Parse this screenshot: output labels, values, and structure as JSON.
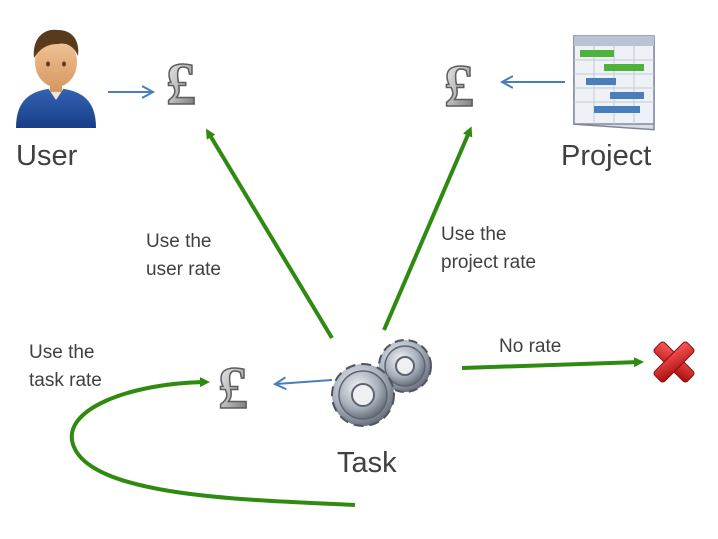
{
  "nodes": {
    "user": {
      "label": "User",
      "icon": "user-avatar-icon"
    },
    "project": {
      "label": "Project",
      "icon": "gantt-chart-icon"
    },
    "task": {
      "label": "Task",
      "icon": "gears-icon"
    },
    "user_rate": {
      "icon": "pound-sign-icon"
    },
    "project_rate": {
      "icon": "pound-sign-icon"
    },
    "task_rate": {
      "icon": "pound-sign-icon"
    },
    "no_rate": {
      "icon": "red-cross-icon"
    }
  },
  "edges": {
    "user_rate": {
      "line1": "Use the",
      "line2": "user rate"
    },
    "project_rate": {
      "line1": "Use the",
      "line2": "project rate"
    },
    "task_rate": {
      "line1": "Use the",
      "line2": "task rate"
    },
    "no_rate": {
      "label": "No rate"
    }
  },
  "colors": {
    "green_arrow": "#2e8b10",
    "blue_arrow": "#4a7ebb",
    "cross_red": "#d42020"
  }
}
